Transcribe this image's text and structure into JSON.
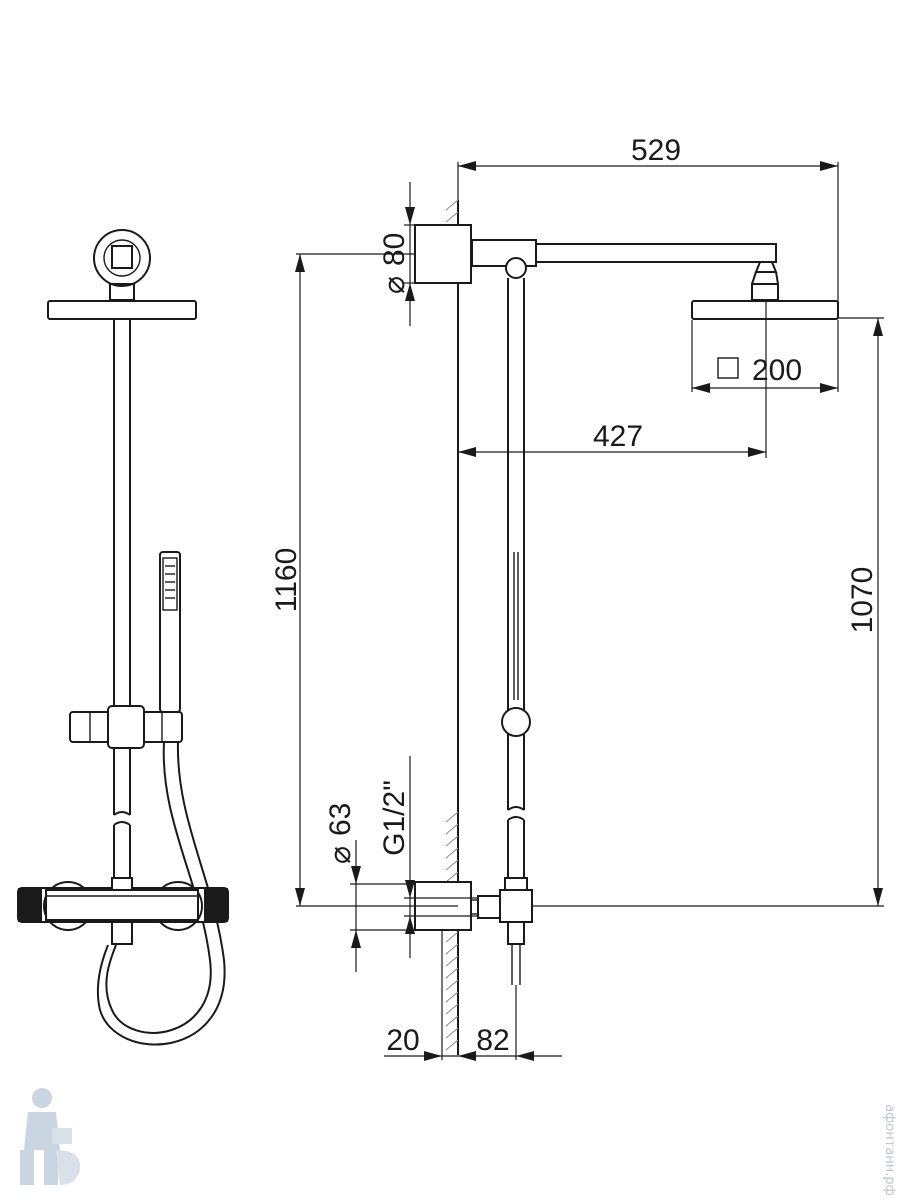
{
  "dimensions": {
    "arm_length": "529",
    "head_offset": "427",
    "head_size": "200",
    "total_height": "1160",
    "head_height": "1070",
    "wall_flange_diameter": "80",
    "inlet_flange_diameter": "63",
    "inlet_thread": "G1/2\"",
    "wall_gap": "20",
    "inlet_projection": "82"
  },
  "symbols": {
    "diameter": "⌀",
    "square": "□"
  },
  "watermark": {
    "text": "афонтанн.рф"
  }
}
